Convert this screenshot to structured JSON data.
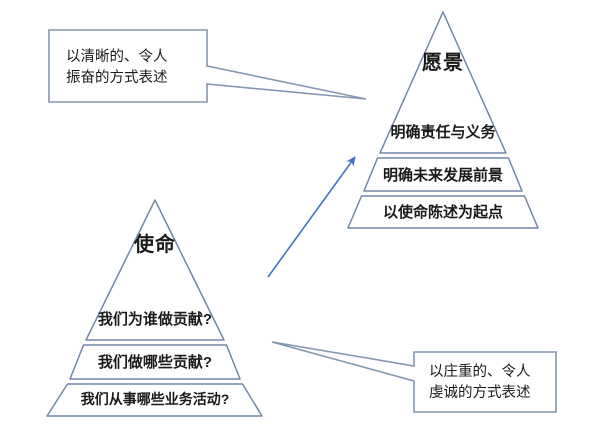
{
  "diagram": {
    "type": "two-pyramid-concept-diagram",
    "background": "#ffffff",
    "colors": {
      "shape_stroke": "#7086a8",
      "callout_stroke": "#8496b0",
      "arrow": "#4472c4",
      "text": "#1a1a1a"
    },
    "vision_pyramid": {
      "name": "vision-pyramid",
      "title": "愿景",
      "tiers": [
        {
          "label": "明确责任与义务"
        },
        {
          "label": "明确未来发展前景"
        },
        {
          "label": "以使命陈述为起点"
        }
      ]
    },
    "mission_pyramid": {
      "name": "mission-pyramid",
      "title": "使命",
      "tiers": [
        {
          "label": "我们为谁做贡献?"
        },
        {
          "label": "我们做哪些贡献?"
        },
        {
          "label": "我们从事哪些业务活动?"
        }
      ]
    },
    "callouts": [
      {
        "name": "vision-callout",
        "text": "以清晰的、令人\n振奋的方式表述",
        "points_to": "vision-pyramid"
      },
      {
        "name": "mission-callout",
        "text": "以庄重的、令人\n虔诚的方式表述",
        "points_to": "mission-pyramid"
      }
    ],
    "connector": {
      "name": "mission-to-vision-arrow",
      "from": "mission-pyramid",
      "to": "vision-pyramid",
      "style": "arrow"
    }
  }
}
